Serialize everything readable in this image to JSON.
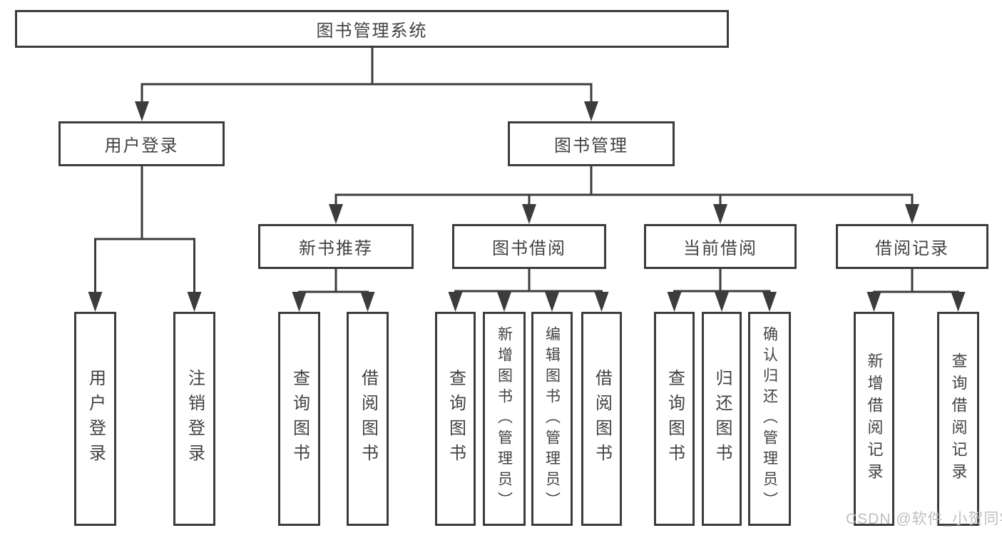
{
  "diagram_type": "hierarchy-tree",
  "colors": {
    "background": "#ffffff",
    "box_border": "#3c3c3c",
    "connector_line": "#3c3c3c",
    "text": "#424242",
    "watermark_text": "#bababa"
  },
  "tree": {
    "label": "图书管理系统",
    "children": [
      {
        "label": "用户登录",
        "children": [
          {
            "label": "用户登录"
          },
          {
            "label": "注销登录"
          }
        ]
      },
      {
        "label": "图书管理",
        "children": [
          {
            "label": "新书推荐",
            "children": [
              {
                "label": "查询图书"
              },
              {
                "label": "借阅图书"
              }
            ]
          },
          {
            "label": "图书借阅",
            "children": [
              {
                "label": "查询图书"
              },
              {
                "label": "新增图书（管理员）"
              },
              {
                "label": "编辑图书（管理员）"
              },
              {
                "label": "借阅图书"
              }
            ]
          },
          {
            "label": "当前借阅",
            "children": [
              {
                "label": "查询图书"
              },
              {
                "label": "归还图书"
              },
              {
                "label": "确认归还（管理员）"
              }
            ]
          },
          {
            "label": "借阅记录",
            "children": [
              {
                "label": "新增借阅记录"
              },
              {
                "label": "查询借阅记录"
              }
            ]
          }
        ]
      }
    ]
  },
  "watermark": {
    "text": "CSDN @软件_小贺同学"
  }
}
